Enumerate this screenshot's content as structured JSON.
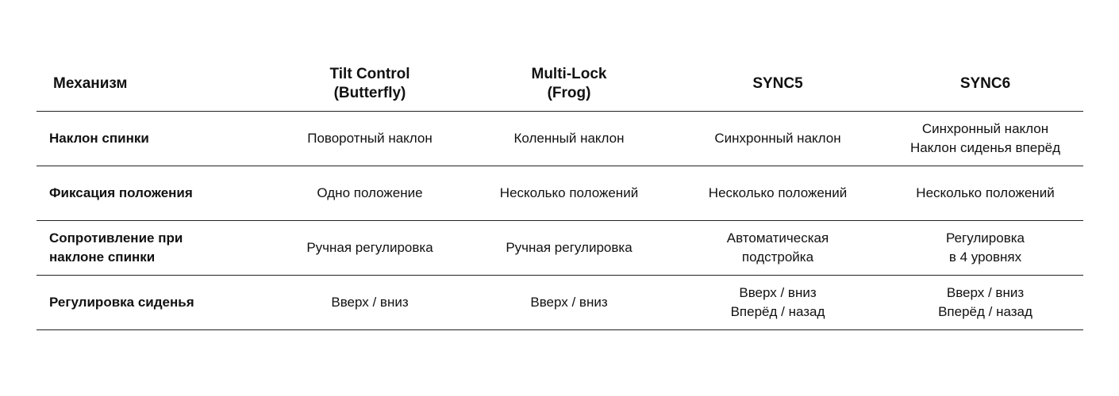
{
  "table": {
    "headers": [
      {
        "lines": [
          "Механизм"
        ]
      },
      {
        "lines": [
          "Tilt Control",
          "(Butterfly)"
        ]
      },
      {
        "lines": [
          "Multi-Lock",
          "(Frog)"
        ]
      },
      {
        "lines": [
          "SYNC5"
        ]
      },
      {
        "lines": [
          "SYNC6"
        ]
      }
    ],
    "rows": [
      {
        "label": [
          "Наклон спинки"
        ],
        "cells": [
          [
            "Поворотный наклон"
          ],
          [
            "Коленный наклон"
          ],
          [
            "Синхронный наклон"
          ],
          [
            "Синхронный наклон",
            "Наклон сиденья вперёд"
          ]
        ]
      },
      {
        "label": [
          "Фиксация положения"
        ],
        "cells": [
          [
            "Одно положение"
          ],
          [
            "Несколько положений"
          ],
          [
            "Несколько положений"
          ],
          [
            "Несколько положений"
          ]
        ]
      },
      {
        "label": [
          "Сопротивление при",
          "наклоне спинки"
        ],
        "cells": [
          [
            "Ручная регулировка"
          ],
          [
            "Ручная регулировка"
          ],
          [
            "Автоматическая",
            "подстройка"
          ],
          [
            "Регулировка",
            "в 4 уровнях"
          ]
        ]
      },
      {
        "label": [
          "Регулировка сиденья"
        ],
        "cells": [
          [
            "Вверх / вниз"
          ],
          [
            "Вверх / вниз"
          ],
          [
            "Вверх / вниз",
            "Вперёд / назад"
          ],
          [
            "Вверх / вниз",
            "Вперёд / назад"
          ]
        ]
      }
    ]
  }
}
